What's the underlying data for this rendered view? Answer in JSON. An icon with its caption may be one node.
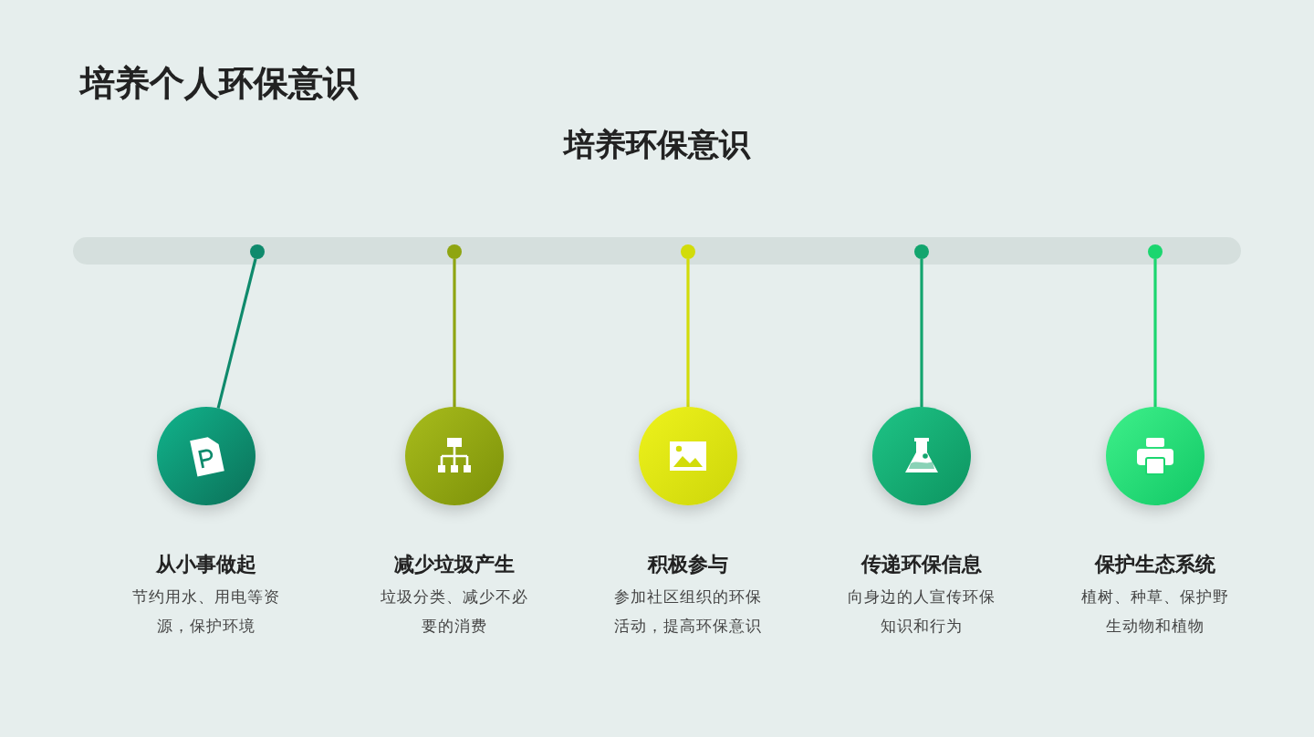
{
  "diagram": {
    "title": "培养个人环保意识",
    "nodes": [
      {
        "text": [],
        "shape": "circle"
      },
      {
        "text": [],
        "shape": "circle"
      },
      {
        "text": [],
        "shape": "circle"
      },
      {
        "text": [],
        "shape": "circle"
      },
      {
        "text": [],
        "shape": "circle"
      },
      {
        "text": [],
        "shape": "circle",
        "beside": [
          "从小事做起",
          "节约用水、用电等资源，保护环境"
        ]
      },
      {
        "text": [],
        "shape": "circle",
        "beside": [
          "减少垃圾产生",
          "垃圾分类、减少不必要的消费"
        ]
      },
      {
        "text": [],
        "shape": "circle",
        "beside": [
          "积极参与",
          "参加社区组织的环保活动，提高环保意识"
        ]
      },
      {
        "text": [],
        "shape": "circle",
        "beside": [
          "传递环保信息",
          "向身边的人宣传环保知识和行为"
        ]
      },
      {
        "text": [],
        "shape": "circle",
        "beside": [
          "保护生态系统",
          "植树、种草、保护野生动物和植物"
        ]
      }
    ],
    "edges": [
      {
        "from": 0,
        "to": 5,
        "arrow": "none",
        "color": "#0f8a6c"
      },
      {
        "from": 1,
        "to": 6,
        "arrow": "none",
        "color": "#8fa512"
      },
      {
        "from": 2,
        "to": 7,
        "arrow": "none",
        "color": "#d2dc0a"
      },
      {
        "from": 3,
        "to": 8,
        "arrow": "none",
        "color": "#13a56e"
      },
      {
        "from": 4,
        "to": 9,
        "arrow": "none",
        "color": "#1bd66f"
      }
    ],
    "labels": [
      "培养环保意识"
    ]
  }
}
